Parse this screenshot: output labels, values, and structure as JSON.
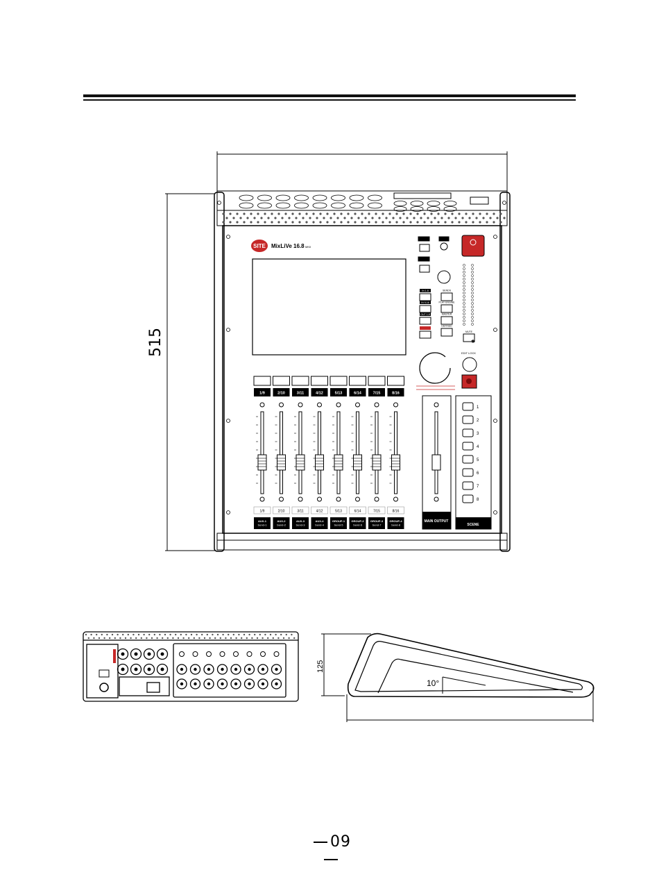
{
  "brand": {
    "logo": "SITE",
    "model": "MixLiVe 16.8",
    "model_suffix": "MKII"
  },
  "dimensions": {
    "depth_label": "515",
    "height_label": "125",
    "angle_label": "10°"
  },
  "top_panel": {
    "channel_tabs": [
      "1/9",
      "2/10",
      "3/11",
      "4/12",
      "5/13",
      "6/14",
      "7/15",
      "8/16"
    ],
    "channel_names": [
      "1/9",
      "2/10",
      "3/11",
      "4/12",
      "5/13",
      "6/14",
      "7/15",
      "8/16"
    ],
    "bus_labels": [
      [
        "AUX-1",
        "Send-1"
      ],
      [
        "AUX-2",
        "Send-2"
      ],
      [
        "AUX-3",
        "Send-3"
      ],
      [
        "AUX-4",
        "Send-4"
      ],
      [
        "GROUP-1",
        "Send-5"
      ],
      [
        "GROUP-2",
        "Send-6"
      ],
      [
        "GROUP-3",
        "Send-7"
      ],
      [
        "GROUP-4",
        "Send-8"
      ]
    ],
    "layer_buttons": [
      "IN 1-8",
      "IN 9-16",
      "OUT 1-8",
      "SENDS"
    ],
    "function_buttons": [
      "SENDS",
      "PLAY ENGINE",
      "MASTER",
      "DEFINED",
      "MUTE"
    ],
    "edit_lock_label": "EDIT LOCK",
    "main_output_label": "MAIN OUTPUT",
    "scene_label": "SCENE",
    "scene_numbers": [
      "1",
      "2",
      "3",
      "4",
      "5",
      "6",
      "7",
      "8"
    ]
  },
  "page": {
    "number": "09"
  }
}
